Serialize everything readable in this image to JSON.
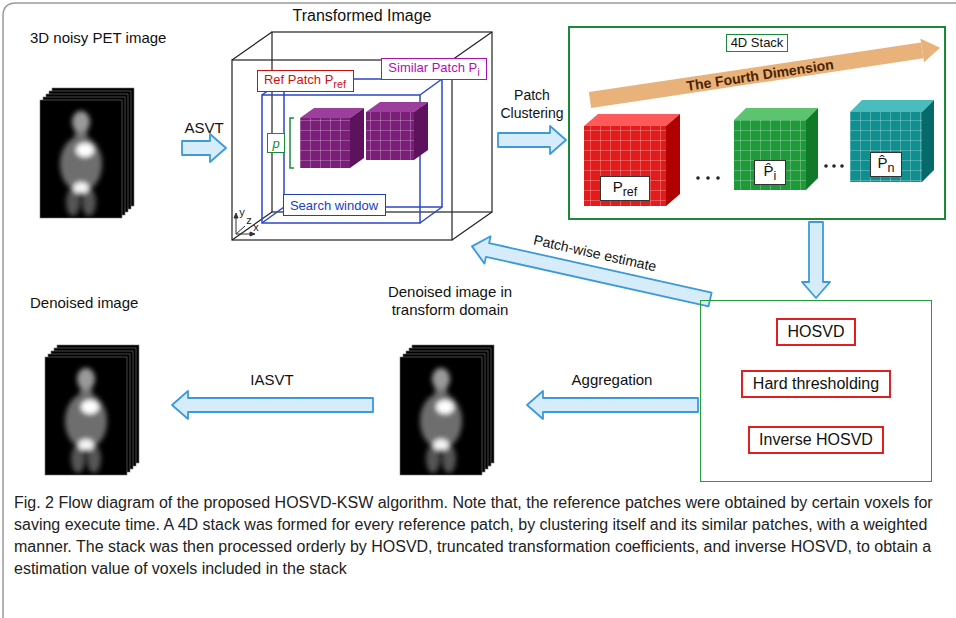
{
  "diagram": {
    "caption": "Fig. 2 Flow diagram of the proposed HOSVD-KSW algorithm. Note that, the reference patches were obtained by certain voxels for saving execute time. A 4D stack was formed for every reference patch, by clustering itself and its similar patches, with a weighted manner. The stack was then processed orderly by HOSVD, truncated transformation coefficients, and inverse HOSVD, to obtain a estimation value of voxels included in the stack",
    "nodes": [
      {
        "text": [
          "3D noisy PET image"
        ]
      },
      {
        "text": [
          "Transformed Image"
        ]
      },
      {
        "text": [
          "Ref Patch P",
          "ref"
        ],
        "in": 1
      },
      {
        "text": [
          "Similar Patch P",
          "i"
        ],
        "in": 1
      },
      {
        "text": [
          "p"
        ],
        "in": 1
      },
      {
        "text": [
          "Search window"
        ],
        "in": 1
      },
      {
        "text": [
          "4D Stack"
        ]
      },
      {
        "text": [
          "P",
          "ref"
        ],
        "in": 6
      },
      {
        "text": [
          "P̂",
          "i"
        ],
        "in": 6
      },
      {
        "text": [
          "P̂",
          "n"
        ],
        "in": 6
      },
      {
        "text": []
      },
      {
        "text": [
          "HOSVD"
        ],
        "in": 10
      },
      {
        "text": [
          "Hard thresholding"
        ],
        "in": 10
      },
      {
        "text": [
          "Inverse HOSVD"
        ],
        "in": 10
      },
      {
        "text": [
          "Denoised image in transform domain"
        ]
      },
      {
        "text": [
          "Denoised image"
        ]
      }
    ],
    "edges": [
      {
        "from": 0,
        "to": 1,
        "label": "ASVT",
        "arrow": "to"
      },
      {
        "from": 1,
        "to": 6,
        "label": "Patch Clustering",
        "arrow": "to"
      },
      {
        "from": 6,
        "to": 10,
        "arrow": "to"
      },
      {
        "from": 10,
        "to": 1,
        "label": "Patch-wise estimate",
        "arrow": "to"
      },
      {
        "from": 10,
        "to": 14,
        "label": "Aggregation",
        "arrow": "to"
      },
      {
        "from": 14,
        "to": 15,
        "label": "IASVT",
        "arrow": "to"
      }
    ],
    "labels": [
      "y",
      "z",
      "x",
      "The Fourth Dimension"
    ]
  }
}
